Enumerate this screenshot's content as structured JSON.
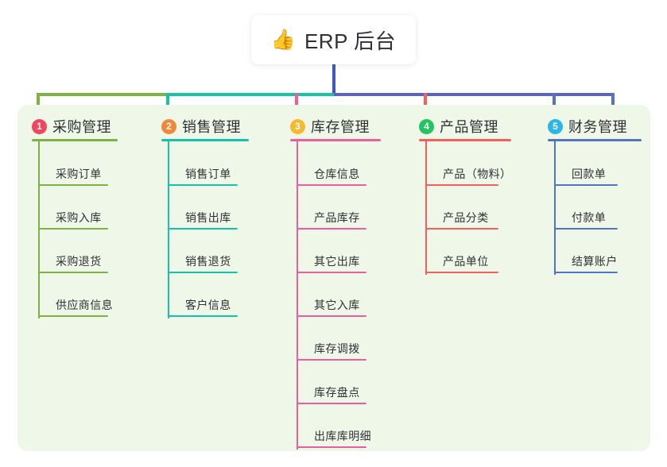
{
  "diagram": {
    "type": "mindmap-tree",
    "background_color": "#ffffff",
    "panel_color": "#eff7e9",
    "root": {
      "icon": "thumbs-up-icon",
      "emoji": "👍",
      "title": "ERP 后台",
      "connector_color": "#4155c4"
    },
    "trunk_segments": [
      {
        "color": "#7cb342"
      },
      {
        "color": "#17c3a6"
      },
      {
        "color": "#5a63c8"
      }
    ],
    "branches": [
      {
        "index": "1",
        "badge_text": "1",
        "badge_color": "#f0475f",
        "label": "采购管理",
        "line_color": "#7cb342",
        "children": [
          {
            "label": "采购订单"
          },
          {
            "label": "采购入库"
          },
          {
            "label": "采购退货"
          },
          {
            "label": "供应商信息"
          }
        ]
      },
      {
        "index": "2",
        "badge_text": "2",
        "badge_color": "#f0883a",
        "label": "销售管理",
        "line_color": "#17c3a6",
        "children": [
          {
            "label": "销售订单"
          },
          {
            "label": "销售出库"
          },
          {
            "label": "销售退货"
          },
          {
            "label": "客户信息"
          }
        ]
      },
      {
        "index": "3",
        "badge_text": "3",
        "badge_color": "#f5b930",
        "label": "库存管理",
        "line_color": "#ec5f9e",
        "children": [
          {
            "label": "仓库信息"
          },
          {
            "label": "产品库存"
          },
          {
            "label": "其它出库"
          },
          {
            "label": "其它入库"
          },
          {
            "label": "库存调拨"
          },
          {
            "label": "库存盘点"
          },
          {
            "label": "出库库明细"
          }
        ]
      },
      {
        "index": "4",
        "badge_text": "4",
        "badge_color": "#22c55e",
        "label": "产品管理",
        "line_color": "#f4605c",
        "children": [
          {
            "label": "产品（物料）"
          },
          {
            "label": "产品分类"
          },
          {
            "label": "产品单位"
          }
        ]
      },
      {
        "index": "5",
        "badge_text": "5",
        "badge_color": "#29b6ea",
        "label": "财务管理",
        "line_color": "#5372c9",
        "children": [
          {
            "label": "回款单"
          },
          {
            "label": "付款单"
          },
          {
            "label": "结算账户"
          }
        ]
      }
    ]
  }
}
